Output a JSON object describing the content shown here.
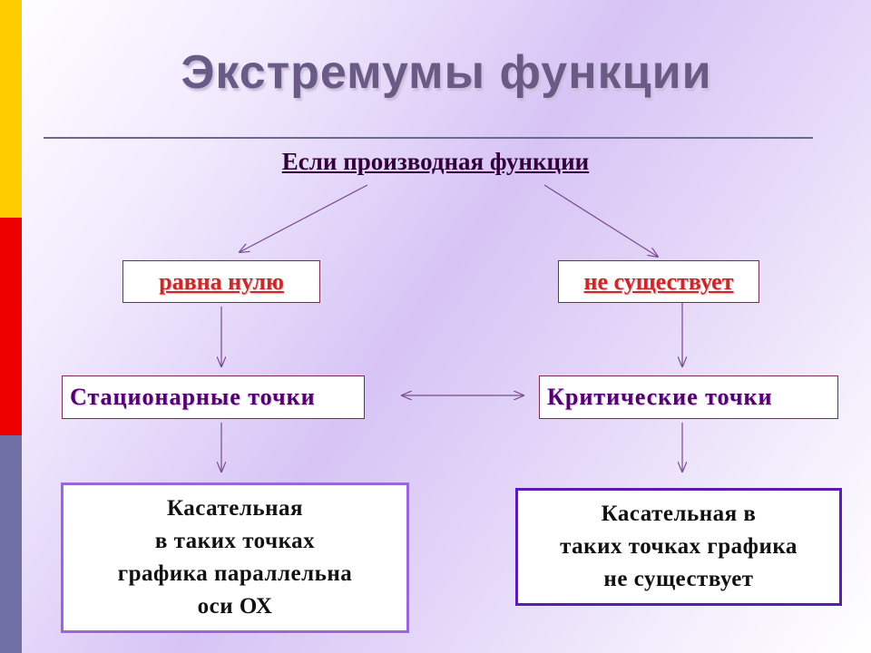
{
  "slide": {
    "title": "Экстремумы функции",
    "condition": "Если производная функции",
    "branches": {
      "left": {
        "condition_label": "равна нулю",
        "points_label": "Стационарные  точки",
        "tangent_lines": [
          "Касательная",
          "в таких  точках",
          "графика параллельна",
          "оси ОХ"
        ]
      },
      "right": {
        "condition_label": "не существует",
        "points_label": "Критические  точки",
        "tangent_lines": [
          "Касательная в",
          "таких точках графика",
          "не существует"
        ]
      }
    }
  },
  "colors": {
    "stripe_top": "#ffcc00",
    "stripe_middle": "#ee0000",
    "stripe_bottom": "#6f6fa6",
    "arrow": "#7a4a8e",
    "accent_red": "#c72a2a",
    "accent_purple": "#550070"
  }
}
